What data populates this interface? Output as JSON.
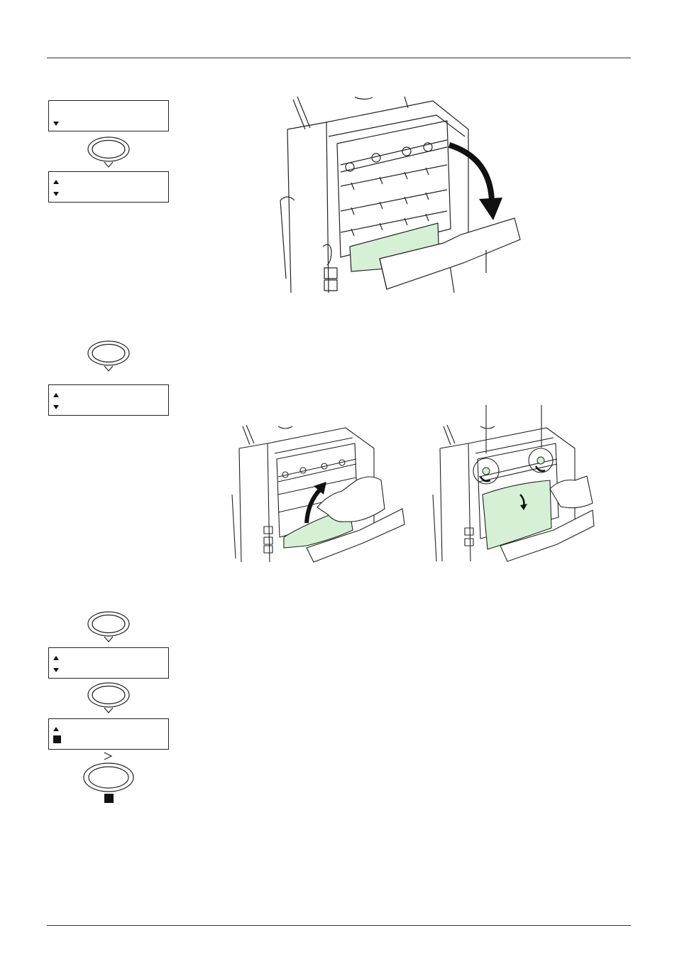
{
  "page": {
    "header_rule": true,
    "footer_rule": true
  },
  "colors": {
    "paper_green": "#d6f0d6",
    "line": "#222222",
    "fill_light": "#ffffff"
  },
  "panel": {
    "displays": [
      {
        "id": "lcd-1",
        "arrows": [
          "down"
        ]
      },
      {
        "id": "lcd-2",
        "arrows": [
          "up",
          "down"
        ]
      },
      {
        "id": "lcd-3",
        "arrows": [
          "up",
          "down"
        ]
      },
      {
        "id": "lcd-4",
        "arrows": [
          "up",
          "down"
        ]
      },
      {
        "id": "lcd-5",
        "arrows": [
          "up",
          "stop"
        ]
      }
    ],
    "keys": [
      {
        "id": "key-1",
        "icon": "chevron-down-icon"
      },
      {
        "id": "key-2",
        "icon": "chevron-down-icon"
      },
      {
        "id": "key-3",
        "icon": "chevron-down-icon"
      },
      {
        "id": "key-4",
        "icon": "chevron-down-icon"
      },
      {
        "id": "key-5",
        "icon": "chevron-right-icon"
      }
    ]
  },
  "illustrations": [
    {
      "id": "illus-open-cover",
      "icon": "printer-rear-cover-open-icon"
    },
    {
      "id": "illus-pull-paper",
      "icon": "printer-remove-paper-icon"
    },
    {
      "id": "illus-turn-knobs",
      "icon": "printer-turn-knobs-icon"
    }
  ]
}
